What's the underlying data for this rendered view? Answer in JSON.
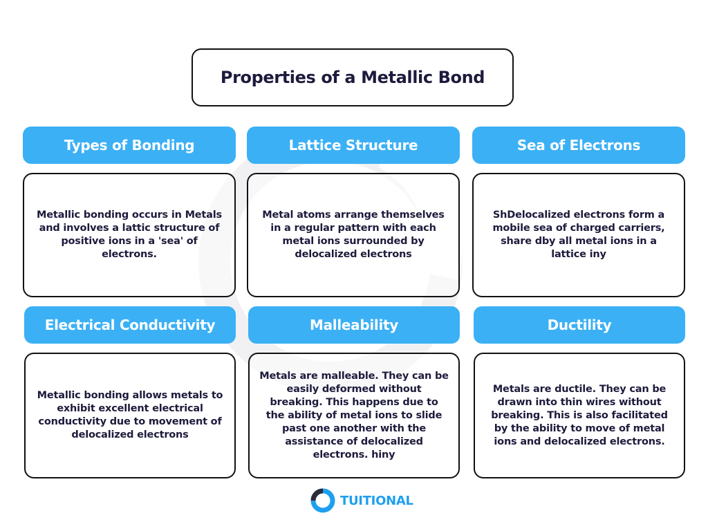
{
  "title": "Properties of a Metallic Bond",
  "colors": {
    "header_bg": "#3bb0f5",
    "text": "#1d1b3c",
    "logo": "#1e9fef"
  },
  "cards": [
    {
      "heading": "Types of Bonding",
      "body": "Metallic bonding occurs in Metals and involves a lattic structure of positive ions in a 'sea' of electrons."
    },
    {
      "heading": "Lattice Structure",
      "body": "Metal atoms arrange themselves in a regular pattern with each metal ions surrounded by delocalized electrons"
    },
    {
      "heading": "Sea of Electrons",
      "body": "ShDelocalized electrons form a mobile sea of charged carriers, share dby all metal ions in a lattice iny"
    },
    {
      "heading": "Electrical Conductivity",
      "body": "Metallic bonding allows metals to exhibit excellent electrical conductivity due to movement of delocalized electrons"
    },
    {
      "heading": "Malleability",
      "body": "Metals are malleable. They can be easily deformed without breaking. This happens due to the ability of metal ions to slide past one another with the assistance of delocalized electrons. hiny"
    },
    {
      "heading": "Ductility",
      "body": "Metals are ductile. They can be drawn into thin wires without breaking. This is also facilitated by the ability to move of metal ions and delocalized electrons."
    }
  ],
  "logo": {
    "text": "TUITIONAL",
    "icon": "tuitional-logo-icon"
  }
}
